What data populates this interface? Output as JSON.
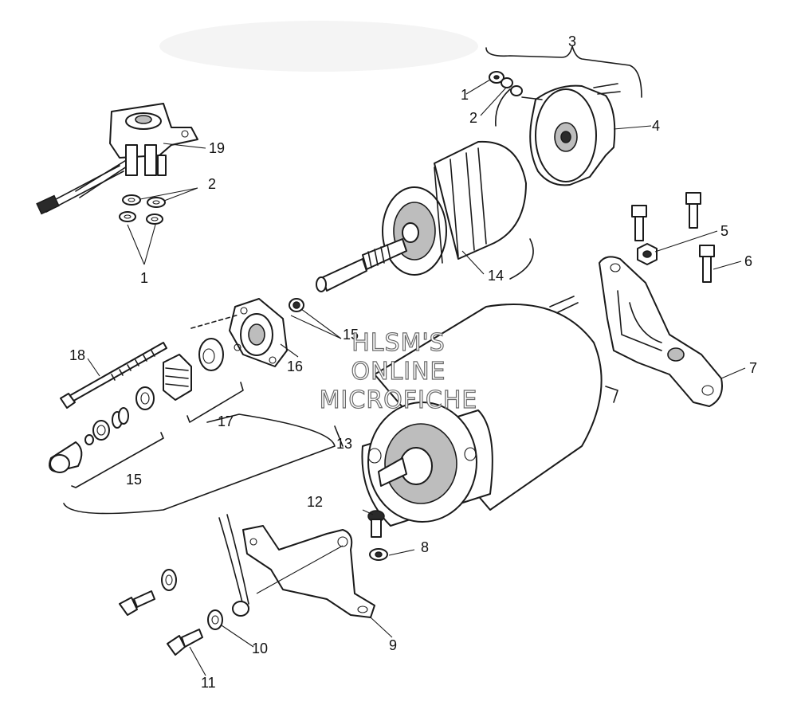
{
  "callouts": [
    {
      "id": "c1a",
      "text": "1"
    },
    {
      "id": "c2a",
      "text": "2"
    },
    {
      "id": "c3",
      "text": "3"
    },
    {
      "id": "c4",
      "text": "4"
    },
    {
      "id": "c19",
      "text": "19"
    },
    {
      "id": "c2b",
      "text": "2"
    },
    {
      "id": "c1b",
      "text": "1"
    },
    {
      "id": "c14",
      "text": "14"
    },
    {
      "id": "c5",
      "text": "5"
    },
    {
      "id": "c6",
      "text": "6"
    },
    {
      "id": "c15a",
      "text": "15"
    },
    {
      "id": "c18",
      "text": "18"
    },
    {
      "id": "c16",
      "text": "16"
    },
    {
      "id": "c17",
      "text": "17"
    },
    {
      "id": "c7",
      "text": "7"
    },
    {
      "id": "c13",
      "text": "13"
    },
    {
      "id": "c15b",
      "text": "15"
    },
    {
      "id": "c12",
      "text": "12"
    },
    {
      "id": "c8",
      "text": "8"
    },
    {
      "id": "c9",
      "text": "9"
    },
    {
      "id": "c10",
      "text": "10"
    },
    {
      "id": "c11",
      "text": "11"
    }
  ],
  "watermark": [
    "HLSM'S",
    "ONLINE",
    "MICROFICHE"
  ]
}
